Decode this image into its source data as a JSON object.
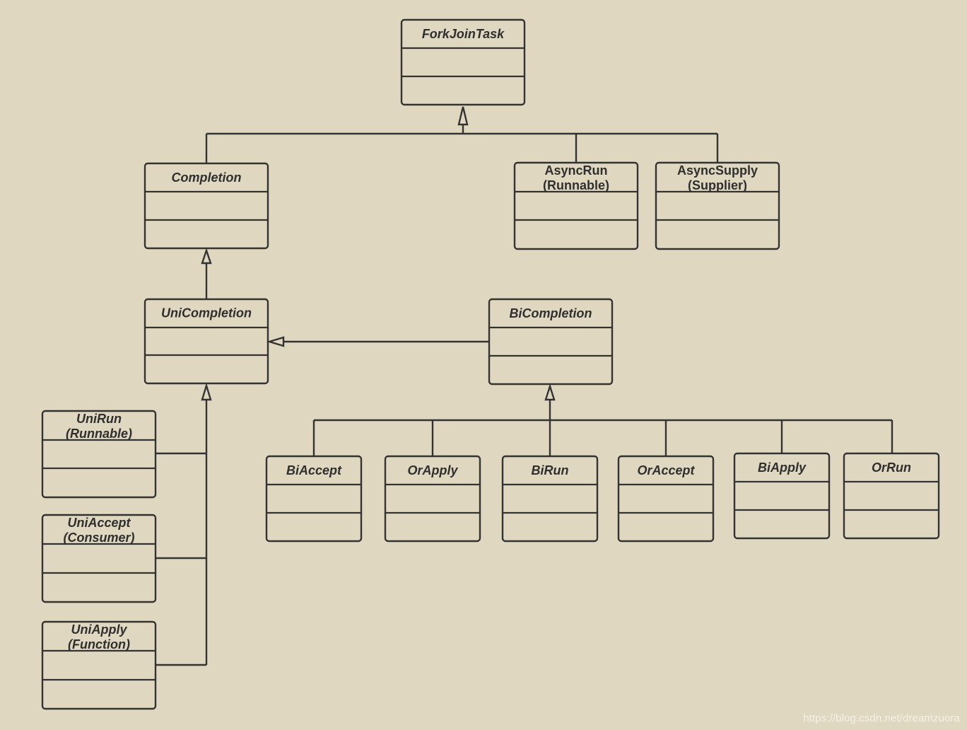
{
  "diagram": {
    "type": "uml-class-hierarchy",
    "classes": [
      {
        "id": "forkjointask",
        "lines": [
          "ForkJoinTask"
        ],
        "italic": true
      },
      {
        "id": "completion",
        "lines": [
          "Completion"
        ],
        "italic": true
      },
      {
        "id": "asyncrun",
        "lines": [
          "AsyncRun",
          "(Runnable)"
        ],
        "italic": false
      },
      {
        "id": "asyncsupply",
        "lines": [
          "AsyncSupply",
          "(Supplier)"
        ],
        "italic": false
      },
      {
        "id": "unicompletion",
        "lines": [
          "UniCompletion"
        ],
        "italic": true
      },
      {
        "id": "bicompletion",
        "lines": [
          "BiCompletion"
        ],
        "italic": true
      },
      {
        "id": "unirun",
        "lines": [
          "UniRun",
          "(Runnable)"
        ],
        "italic": true
      },
      {
        "id": "uniaccept",
        "lines": [
          "UniAccept",
          "(Consumer)"
        ],
        "italic": true
      },
      {
        "id": "uniapply",
        "lines": [
          "UniApply",
          "(Function)"
        ],
        "italic": true
      },
      {
        "id": "biaccept",
        "lines": [
          "BiAccept"
        ],
        "italic": true
      },
      {
        "id": "orapply",
        "lines": [
          "OrApply"
        ],
        "italic": true
      },
      {
        "id": "birun",
        "lines": [
          "BiRun"
        ],
        "italic": true
      },
      {
        "id": "oraccept",
        "lines": [
          "OrAccept"
        ],
        "italic": true
      },
      {
        "id": "biapply",
        "lines": [
          "BiApply"
        ],
        "italic": true
      },
      {
        "id": "orrun",
        "lines": [
          "OrRun"
        ],
        "italic": true
      }
    ],
    "inheritance": [
      {
        "child": "completion",
        "parent": "forkjointask"
      },
      {
        "child": "asyncrun",
        "parent": "forkjointask"
      },
      {
        "child": "asyncsupply",
        "parent": "forkjointask"
      },
      {
        "child": "unicompletion",
        "parent": "completion"
      },
      {
        "child": "bicompletion",
        "parent": "unicompletion"
      },
      {
        "child": "unirun",
        "parent": "unicompletion"
      },
      {
        "child": "uniaccept",
        "parent": "unicompletion"
      },
      {
        "child": "uniapply",
        "parent": "unicompletion"
      },
      {
        "child": "biaccept",
        "parent": "bicompletion"
      },
      {
        "child": "orapply",
        "parent": "bicompletion"
      },
      {
        "child": "birun",
        "parent": "bicompletion"
      },
      {
        "child": "oraccept",
        "parent": "bicompletion"
      },
      {
        "child": "biapply",
        "parent": "bicompletion"
      },
      {
        "child": "orrun",
        "parent": "bicompletion"
      }
    ],
    "colors": {
      "background": "#dfd7bf",
      "stroke": "#333333",
      "text": "#2f2f2f",
      "watermark": "#f4f1e8"
    }
  },
  "watermark": "https://blog.csdn.net/dreamzuora"
}
